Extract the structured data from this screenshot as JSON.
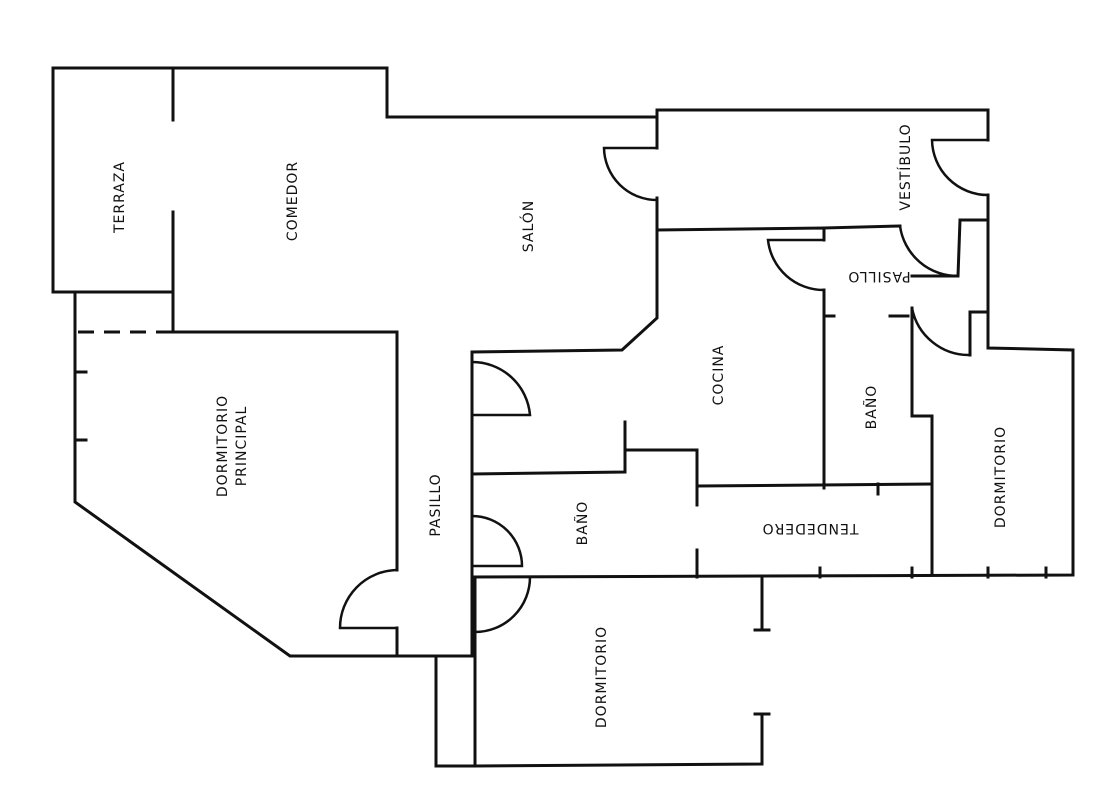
{
  "rooms": {
    "terraza": "TERRAZA",
    "comedor": "COMEDOR",
    "salon": "SALÓN",
    "vestibulo": "VESTÍBULO",
    "pasillo_top": "PASILLO",
    "cocina": "COCINA",
    "bano_right": "BAÑO",
    "dormitorio_right": "DORMITORIO",
    "dormitorio_principal_line1": "DORMITORIO",
    "dormitorio_principal_line2": "PRINCIPAL",
    "pasillo_main": "PASILLO",
    "bano_center": "BAÑO",
    "tendedero": "TENDEDERO",
    "dormitorio_bottom": "DORMITORIO"
  }
}
